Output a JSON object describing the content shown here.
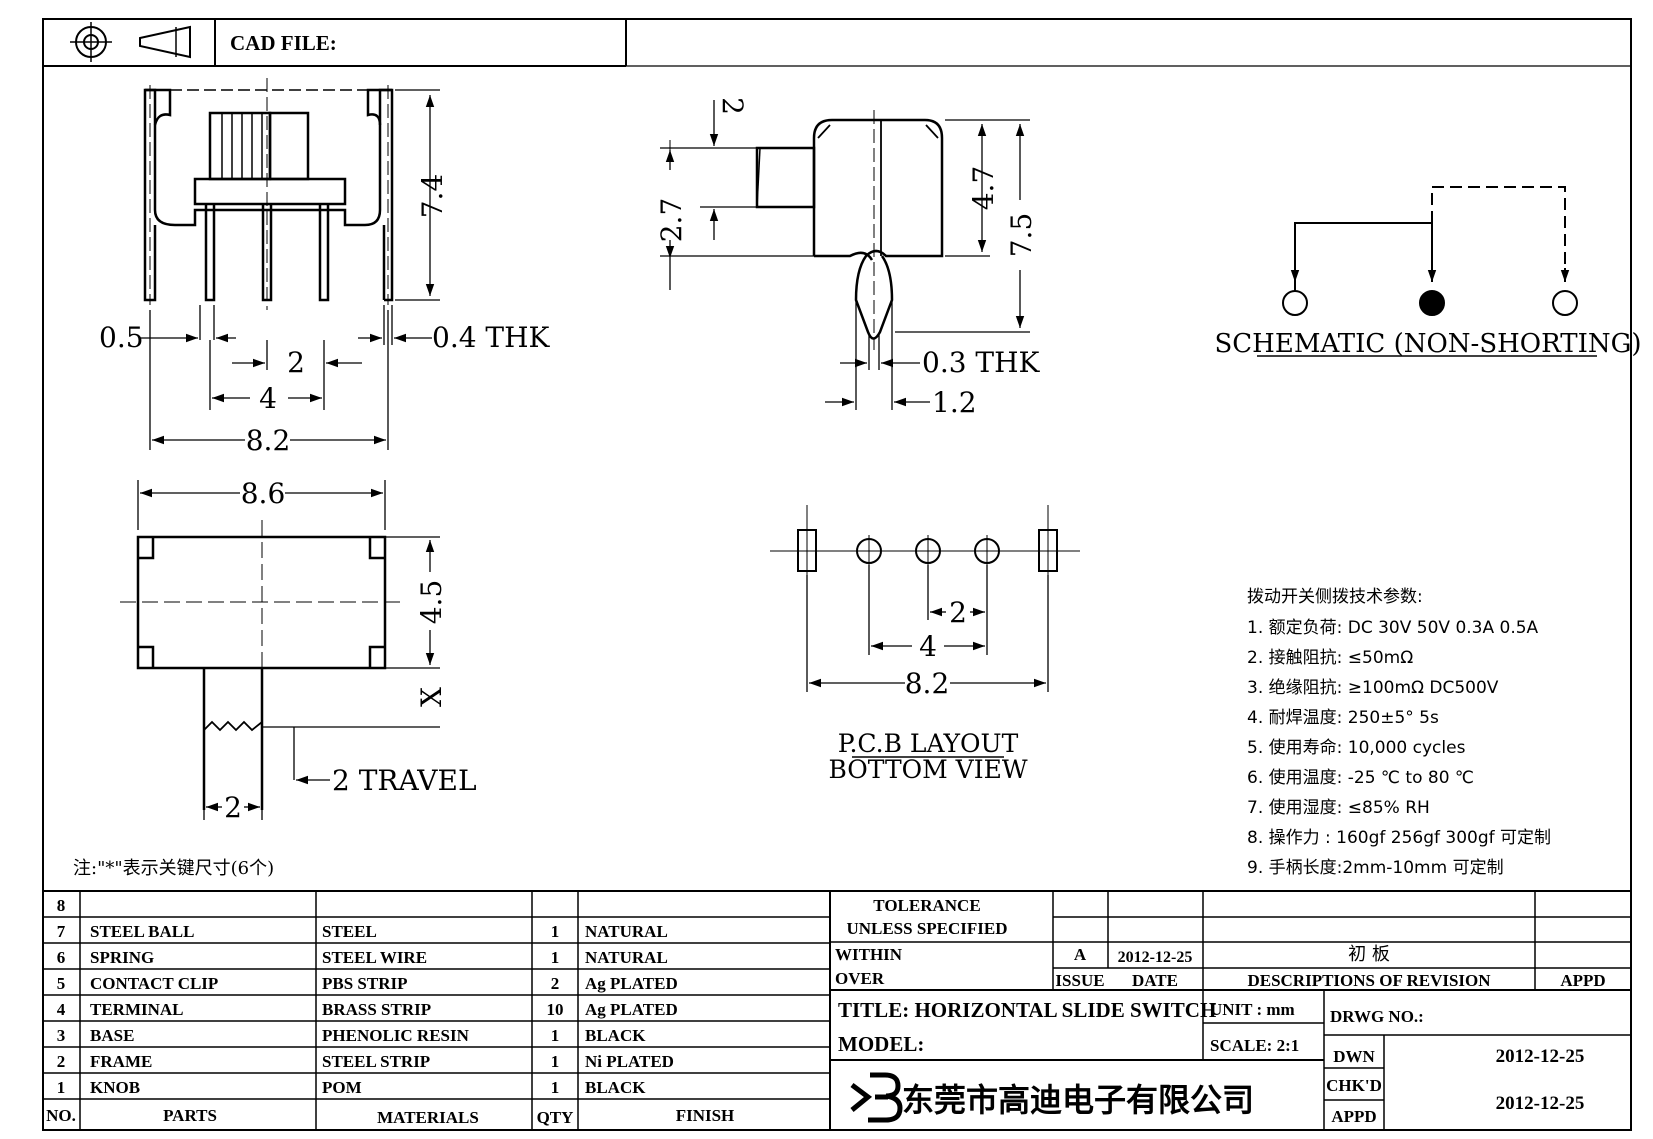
{
  "header": {
    "cad_file_label": "CAD FILE:"
  },
  "dims": {
    "d_7_4": "7.4",
    "d_0_5": "0.5",
    "d_0_4_thk": "0.4 THK",
    "d_2_front": "2",
    "d_4_front": "4",
    "d_8_2_front": "8.2",
    "d_2_top": "2",
    "d_2_7": "2.7",
    "d_4_7": "4.7",
    "d_7_5": "7.5",
    "d_0_3_thk": "0.3 THK",
    "d_1_2": "1.2",
    "d_8_6": "8.6",
    "d_4_5": "4.5",
    "d_x": "X",
    "d_2_travel": "2 TRAVEL",
    "d_2_bottom": "2",
    "d_pcb_2": "2",
    "d_pcb_4": "4",
    "d_pcb_8_2": "8.2"
  },
  "schematic_label": "SCHEMATIC (NON-SHORTING)",
  "pcb_layout": {
    "line1": "P.C.B LAYOUT",
    "line2": "BOTTOM VIEW"
  },
  "note": "注:\"*\"表示关键尺寸(6个)",
  "specs": {
    "title": "拨动开关侧拨技术参数:",
    "items": [
      "1.  额定负荷: DC 30V    50V    0.3A    0.5A",
      "2.  接触阻抗: ≤50mΩ",
      "3.  绝缘阻抗: ≥100mΩ   DC500V",
      "4.  耐焊温度: 250±5°  5s",
      "5.  使用寿命: 10,000 cycles",
      "6.  使用温度: -25 ℃  to 80 ℃",
      "7.  使用湿度: ≤85% RH",
      "8.  操作力 : 160gf    256gf    300gf  可定制",
      "9.  手柄长度:2mm-10mm   可定制"
    ]
  },
  "parts": {
    "rows": [
      {
        "no": "8",
        "part": "",
        "material": "",
        "qty": "",
        "finish": ""
      },
      {
        "no": "7",
        "part": "STEEL BALL",
        "material": "STEEL",
        "qty": "1",
        "finish": "NATURAL"
      },
      {
        "no": "6",
        "part": "SPRING",
        "material": "STEEL WIRE",
        "qty": "1",
        "finish": "NATURAL"
      },
      {
        "no": "5",
        "part": "CONTACT CLIP",
        "material": "PBS STRIP",
        "qty": "2",
        "finish": "Ag PLATED"
      },
      {
        "no": "4",
        "part": "TERMINAL",
        "material": "BRASS STRIP",
        "qty": "10",
        "finish": "Ag PLATED"
      },
      {
        "no": "3",
        "part": "BASE",
        "material": "PHENOLIC RESIN",
        "qty": "1",
        "finish": "BLACK"
      },
      {
        "no": "2",
        "part": "FRAME",
        "material": "STEEL STRIP",
        "qty": "1",
        "finish": "Ni PLATED"
      },
      {
        "no": "1",
        "part": "KNOB",
        "material": "POM",
        "qty": "1",
        "finish": "BLACK"
      }
    ],
    "headers": {
      "no": "NO.",
      "part": "PARTS",
      "material": "MATERIALS",
      "qty": "QTY",
      "finish": "FINISH"
    }
  },
  "titleblock": {
    "tolerance": "TOLERANCE",
    "unless": "UNLESS   SPECIFIED",
    "within": "WITHIN",
    "over": "OVER",
    "issue_val": "A",
    "date_val": "2012-12-25",
    "rev_desc_val": "初  板",
    "issue_label": "ISSUE",
    "date_label": "DATE",
    "desc_label": "DESCRIPTIONS  OF  REVISION",
    "appd_label": "APPD",
    "title": "TITLE:  HORIZONTAL  SLIDE  SWITCH",
    "unit": "UNIT : mm",
    "drwg_no": "DRWG  NO.:",
    "model": "MODEL:",
    "scale": "SCALE:  2:1",
    "company": "东莞市高迪电子有限公司",
    "dwn_label": "DWN",
    "dwn_date": "2012-12-25",
    "chkd_label": "CHK'D",
    "appd_label2": "APPD",
    "chk_date": "2012-12-25"
  }
}
